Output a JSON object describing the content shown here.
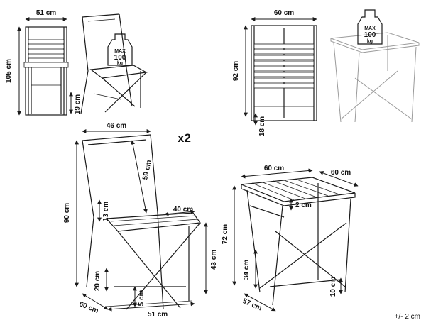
{
  "dimensions": {
    "chair_side_width": "51 cm",
    "chair_side_height": "105 cm",
    "chair_side_foot": "19 cm",
    "chair_back_width": "60 cm",
    "chair_back_height": "92 cm",
    "chair_back_foot": "18 cm",
    "chair_back_rest": "46 cm",
    "chair_back_rest_height": "59 cm",
    "chair_total_height": "90 cm",
    "chair_seat_gap": "13 cm",
    "chair_seat_depth": "40 cm",
    "chair_seat_height": "43 cm",
    "chair_low_bar": "20 cm",
    "chair_foot_bar": "5 cm",
    "chair_depth": "60 cm",
    "chair_width": "51 cm",
    "table_width": "60 cm",
    "table_depth": "60 cm",
    "table_top_thickness": "2 cm",
    "table_height": "72 cm",
    "table_cross_bar": "34 cm",
    "table_foot_bar": "10 cm",
    "table_leg_spread": "57 cm"
  },
  "badges": {
    "max_label": "MAX",
    "max_value": "100",
    "max_unit": "kg"
  },
  "multiplier": "x2",
  "tolerance": "+/- 2 cm"
}
